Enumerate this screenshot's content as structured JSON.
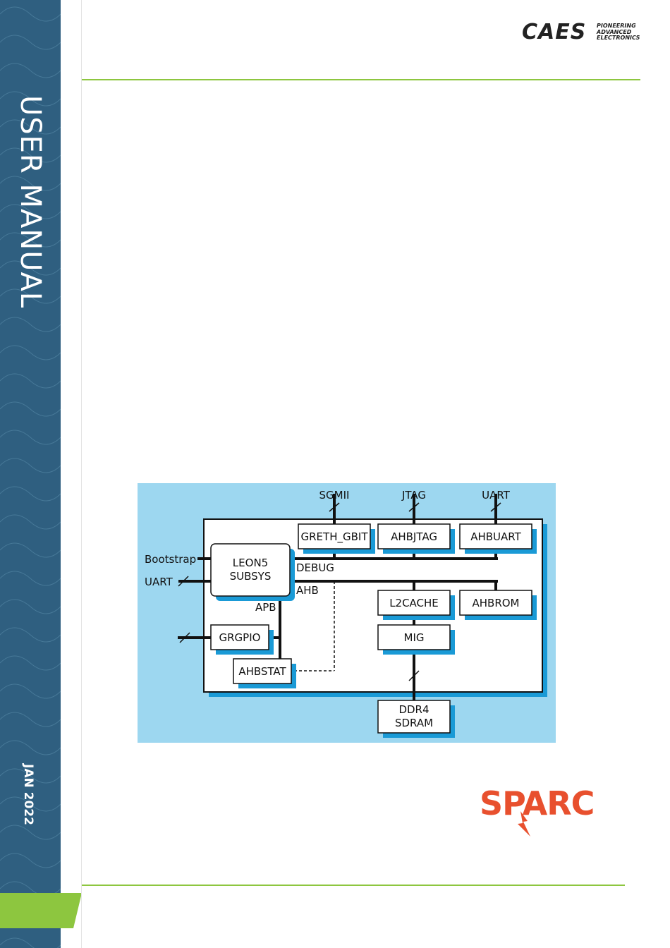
{
  "sidebar": {
    "title": "USER MANUAL",
    "date": "JAN 2022"
  },
  "logo": {
    "name": "CAES",
    "tagline": [
      "PIONEERING",
      "ADVANCED",
      "ELECTRONICS"
    ]
  },
  "diagram": {
    "external_labels": {
      "sgmii": "SGMII",
      "jtag": "JTAG",
      "uart_top": "UART",
      "bootstrap": "Bootstrap",
      "uart_left": "UART"
    },
    "blocks": {
      "greth": "GRETH_GBIT",
      "ahbjtag": "AHBJTAG",
      "ahbuart": "AHBUART",
      "leon5": [
        "LEON5",
        "SUBSYS"
      ],
      "l2cache": "L2CACHE",
      "ahbrom": "AHBROM",
      "mig": "MIG",
      "grgpio": "GRGPIO",
      "ahbstat": "AHBSTAT",
      "ddr4": [
        "DDR4",
        "SDRAM"
      ]
    },
    "bus_labels": {
      "debug": "DEBUG",
      "ahb": "AHB",
      "apb": "APB"
    },
    "colors": {
      "background": "#9dd7f0",
      "shadow": "#1a9ad6"
    }
  },
  "footer_logo": "SPARC"
}
